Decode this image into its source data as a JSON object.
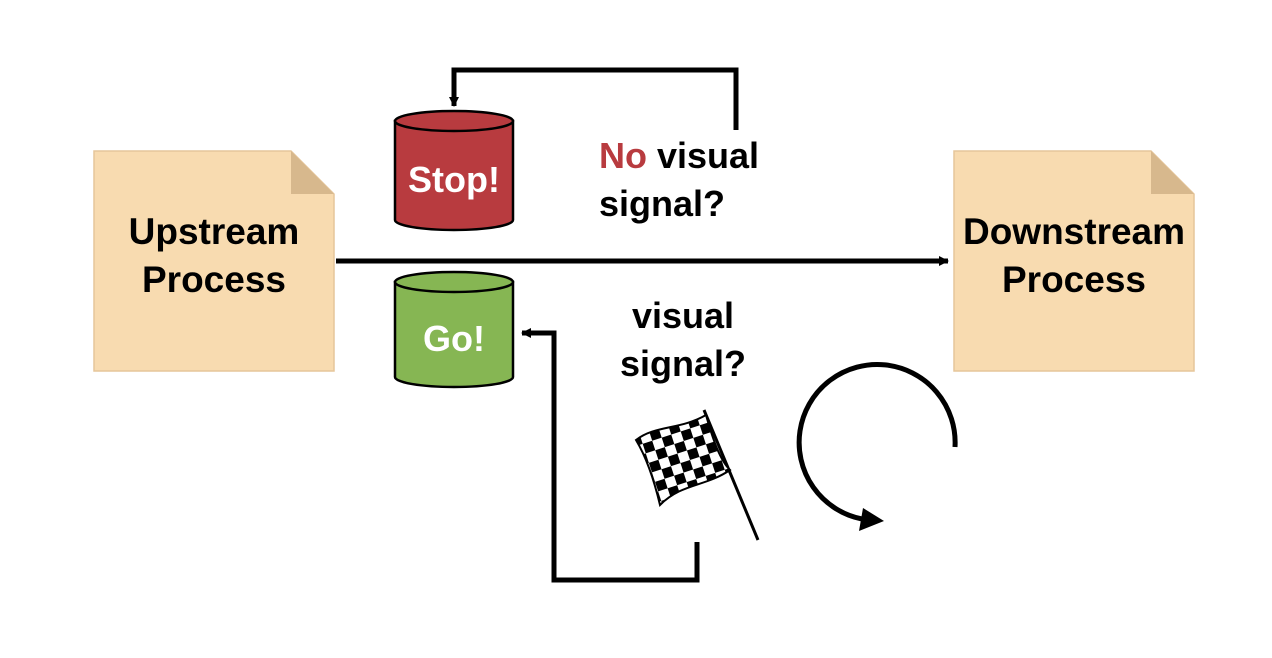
{
  "nodes": {
    "upstream": {
      "line1": "Upstream",
      "line2": "Process"
    },
    "downstream": {
      "line1": "Downstream",
      "line2": "Process"
    },
    "stop": {
      "label": "Stop!"
    },
    "go": {
      "label": "Go!"
    }
  },
  "labels": {
    "no_signal": {
      "no": "No",
      "rest": " visual",
      "line2": "signal?"
    },
    "signal": {
      "line1": "visual",
      "line2": "signal?"
    }
  },
  "colors": {
    "note_fill": "#f8dbb0",
    "note_fold": "#d7b88d",
    "note_border": "#e6c69a",
    "stop_fill": "#b83b3f",
    "go_fill": "#86b653",
    "no_text": "#b83b3f",
    "line": "#000000"
  },
  "icons": [
    "checkered-flag-icon",
    "cycle-arrow-icon"
  ]
}
